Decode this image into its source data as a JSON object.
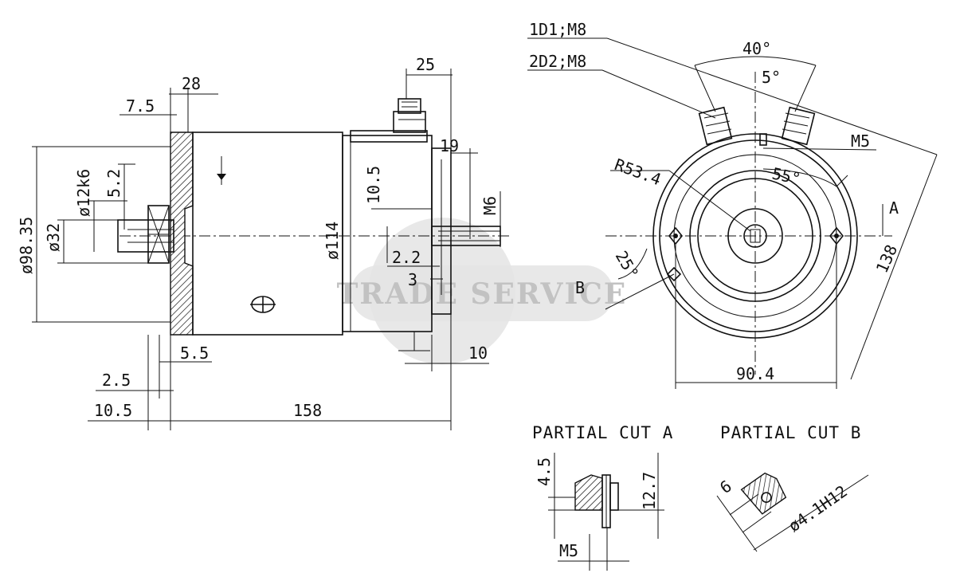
{
  "colors": {
    "line": "#111111",
    "background": "#ffffff",
    "watermark": "#cfcfcf"
  },
  "watermark": {
    "text": "TRADE SERVICE"
  },
  "side_view": {
    "dims": {
      "d_7_5": "7.5",
      "d_28": "28",
      "d_25": "25",
      "d_19": "19",
      "d_98_35": "ø98.35",
      "d_32": "ø32",
      "d_12k6": "ø12k6",
      "d_5_2": "5.2",
      "d_10_5_top": "10.5",
      "d_114": "ø114",
      "d_m6": "M6",
      "d_2_2": "2.2",
      "d_3": "3",
      "d_5_5": "5.5",
      "d_10": "10",
      "d_2_5": "2.5",
      "d_10_5_bottom": "10.5",
      "d_158": "158"
    }
  },
  "front_view": {
    "terminal_labels": {
      "t1": "1D1;M8",
      "t2": "2D2;M8"
    },
    "dims": {
      "d_40deg": "40°",
      "d_5deg": "5°",
      "d_m5": "M5",
      "d_r53_4": "R53.4",
      "d_55deg": "55°",
      "d_a": "A",
      "d_138": "138",
      "d_25deg": "25°",
      "d_b": "B",
      "d_90_4": "90.4"
    }
  },
  "partial_cut_a": {
    "title": "PARTIAL CUT A",
    "dims": {
      "d_4_5": "4.5",
      "d_12_7": "12.7",
      "d_m5": "M5"
    }
  },
  "partial_cut_b": {
    "title": "PARTIAL CUT B",
    "dims": {
      "d_6": "6",
      "d_4_1h12": "ø4.1H12"
    }
  }
}
